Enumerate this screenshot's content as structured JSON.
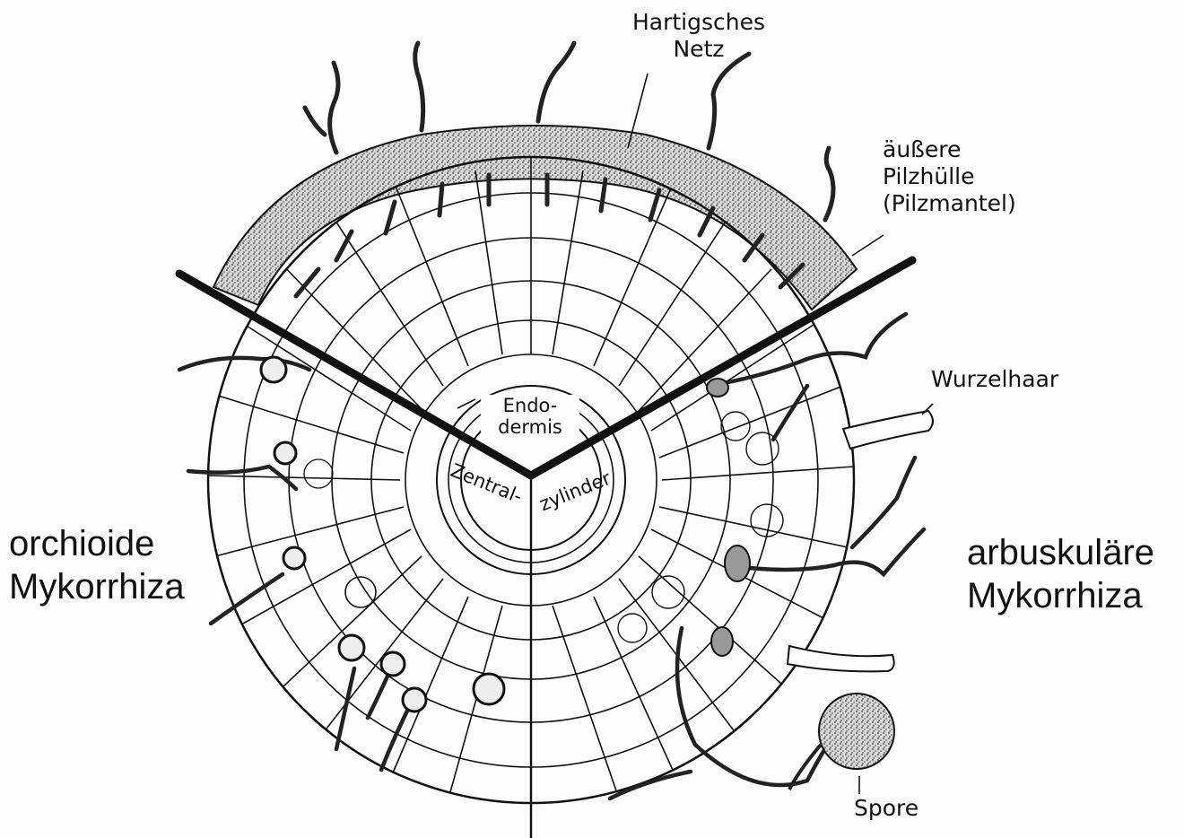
{
  "labels": {
    "hartig_line1": "Hartigsches",
    "hartig_line2": "Netz",
    "mantle_line1": "äußere",
    "mantle_line2": "Pilzhülle",
    "mantle_line3": "(Pilzmantel)",
    "root_hair": "Wurzelhaar",
    "endo_line1": "Endo-",
    "endo_line2": "dermis",
    "central_1": "Zentral-",
    "central_2": "zylinder",
    "spore": "Spore"
  },
  "sections": {
    "left_line1": "orchioide",
    "left_line2": "Mykorrhiza",
    "right_line1": "arbuskuläre",
    "right_line2": "Mykorrhiza"
  },
  "colors": {
    "ink": "#111111",
    "paper": "#fdfdfd",
    "stipple": "#555555"
  }
}
